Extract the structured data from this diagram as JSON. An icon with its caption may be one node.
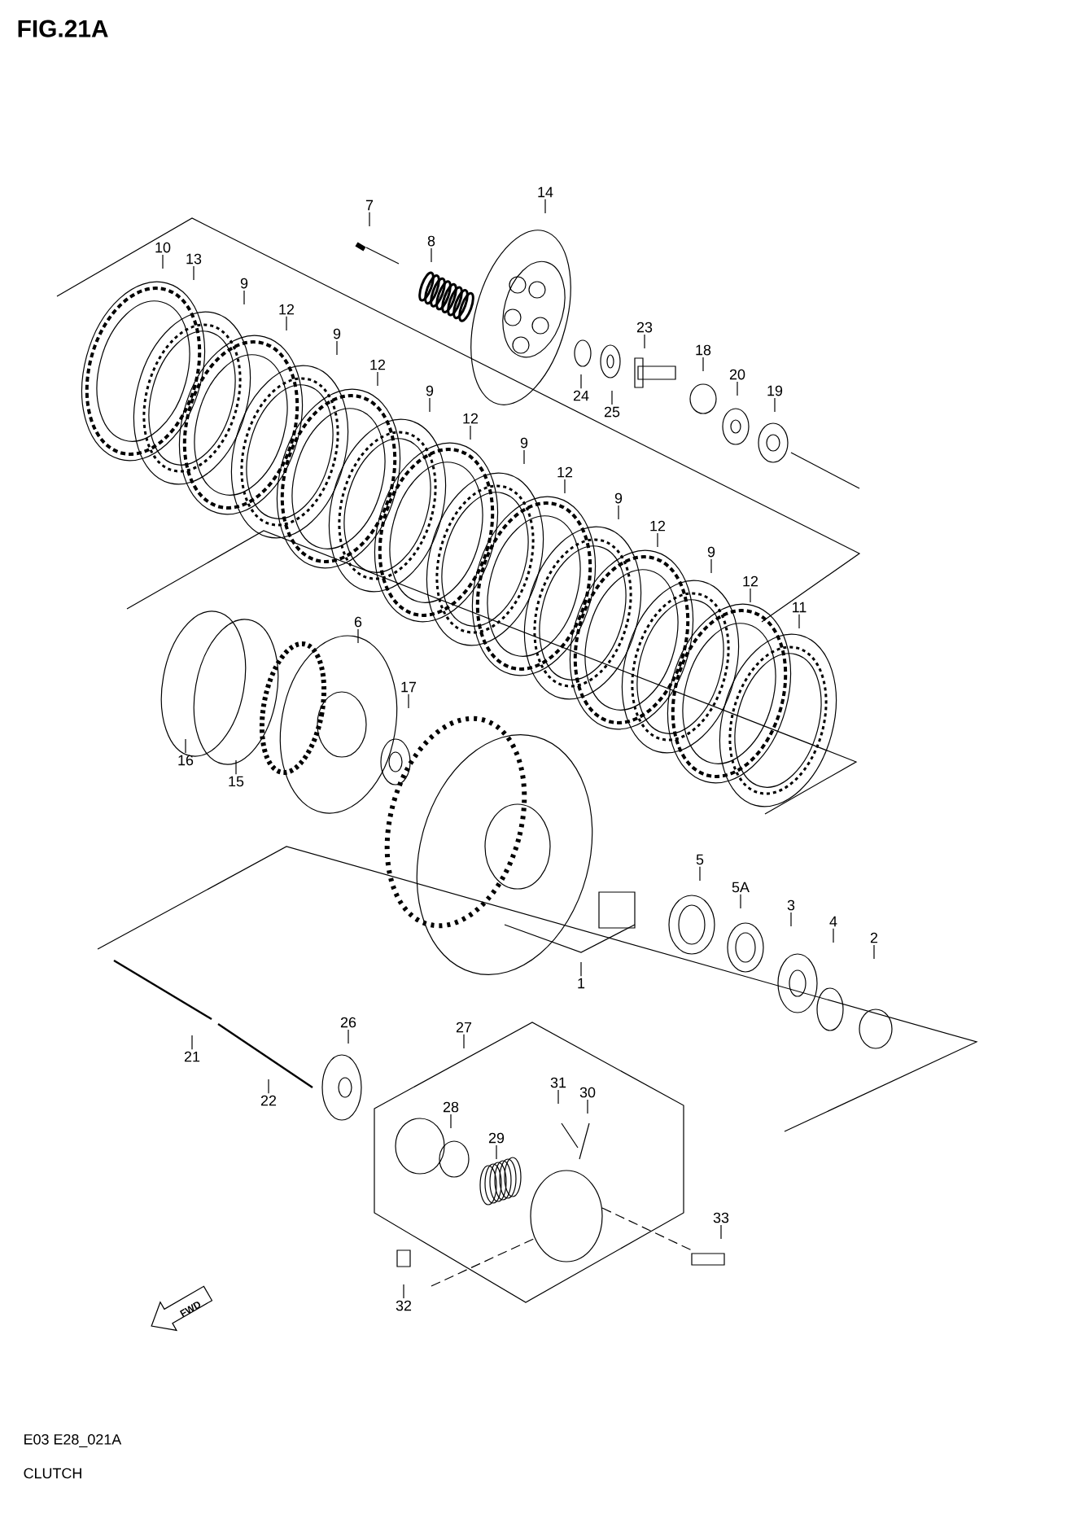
{
  "diagram": {
    "title": "FIG.21A",
    "caption": "CLUTCH",
    "nodes": [
      {
        "text": [
          "7"
        ]
      },
      {
        "text": [
          "8"
        ]
      },
      {
        "text": [
          "14"
        ]
      },
      {
        "text": [
          "10"
        ]
      },
      {
        "text": [
          "13"
        ]
      },
      {
        "text": [
          "9"
        ]
      },
      {
        "text": [
          "12"
        ]
      },
      {
        "text": [
          "9"
        ]
      },
      {
        "text": [
          "12"
        ]
      },
      {
        "text": [
          "9"
        ]
      },
      {
        "text": [
          "12"
        ]
      },
      {
        "text": [
          "9"
        ]
      },
      {
        "text": [
          "12"
        ]
      },
      {
        "text": [
          "9"
        ]
      },
      {
        "text": [
          "12"
        ]
      },
      {
        "text": [
          "9"
        ]
      },
      {
        "text": [
          "12"
        ]
      },
      {
        "text": [
          "11"
        ]
      },
      {
        "text": [
          "23"
        ]
      },
      {
        "text": [
          "18"
        ]
      },
      {
        "text": [
          "20"
        ]
      },
      {
        "text": [
          "19"
        ]
      },
      {
        "text": [
          "24"
        ]
      },
      {
        "text": [
          "25"
        ]
      },
      {
        "text": [
          "6"
        ]
      },
      {
        "text": [
          "17"
        ]
      },
      {
        "text": [
          "16"
        ]
      },
      {
        "text": [
          "15"
        ]
      },
      {
        "text": [
          "5"
        ]
      },
      {
        "text": [
          "5A"
        ]
      },
      {
        "text": [
          "3"
        ]
      },
      {
        "text": [
          "4"
        ]
      },
      {
        "text": [
          "2"
        ]
      },
      {
        "text": [
          "1"
        ]
      },
      {
        "text": [
          "21"
        ]
      },
      {
        "text": [
          "22"
        ]
      },
      {
        "text": [
          "26"
        ]
      },
      {
        "text": [
          "27"
        ]
      },
      {
        "text": [
          "28"
        ]
      },
      {
        "text": [
          "29"
        ]
      },
      {
        "text": [
          "31"
        ]
      },
      {
        "text": [
          "30"
        ]
      },
      {
        "text": [
          "33"
        ]
      },
      {
        "text": [
          "32"
        ]
      }
    ],
    "edges": [
      {
        "from": 0,
        "to": null,
        "arrow": "none"
      },
      {
        "from": 1,
        "to": null,
        "arrow": "none"
      },
      {
        "from": 2,
        "to": null,
        "arrow": "none"
      },
      {
        "from": 3,
        "to": null,
        "arrow": "none"
      },
      {
        "from": 4,
        "to": null,
        "arrow": "none"
      },
      {
        "from": 5,
        "to": null,
        "arrow": "none"
      },
      {
        "from": 6,
        "to": null,
        "arrow": "none"
      },
      {
        "from": 7,
        "to": null,
        "arrow": "none"
      },
      {
        "from": 8,
        "to": null,
        "arrow": "none"
      },
      {
        "from": 9,
        "to": null,
        "arrow": "none"
      },
      {
        "from": 10,
        "to": null,
        "arrow": "none"
      },
      {
        "from": 11,
        "to": null,
        "arrow": "none"
      },
      {
        "from": 12,
        "to": null,
        "arrow": "none"
      },
      {
        "from": 13,
        "to": null,
        "arrow": "none"
      },
      {
        "from": 14,
        "to": null,
        "arrow": "none"
      },
      {
        "from": 15,
        "to": null,
        "arrow": "none"
      },
      {
        "from": 16,
        "to": null,
        "arrow": "none"
      },
      {
        "from": 17,
        "to": null,
        "arrow": "none"
      },
      {
        "from": 18,
        "to": null,
        "arrow": "none"
      },
      {
        "from": 19,
        "to": null,
        "arrow": "none"
      },
      {
        "from": 20,
        "to": null,
        "arrow": "none"
      },
      {
        "from": 21,
        "to": null,
        "arrow": "none"
      },
      {
        "from": 22,
        "to": null,
        "arrow": "none"
      },
      {
        "from": 23,
        "to": null,
        "arrow": "none"
      },
      {
        "from": 24,
        "to": null,
        "arrow": "none"
      },
      {
        "from": 25,
        "to": null,
        "arrow": "none"
      },
      {
        "from": 26,
        "to": null,
        "arrow": "none"
      },
      {
        "from": 27,
        "to": null,
        "arrow": "none"
      },
      {
        "from": 28,
        "to": null,
        "arrow": "none"
      },
      {
        "from": 29,
        "to": null,
        "arrow": "none"
      },
      {
        "from": 30,
        "to": null,
        "arrow": "none"
      },
      {
        "from": 31,
        "to": null,
        "arrow": "none"
      },
      {
        "from": 32,
        "to": null,
        "arrow": "none"
      },
      {
        "from": 33,
        "to": null,
        "arrow": "none"
      },
      {
        "from": 34,
        "to": null,
        "arrow": "none"
      },
      {
        "from": 35,
        "to": null,
        "arrow": "none"
      },
      {
        "from": 36,
        "to": null,
        "arrow": "none"
      },
      {
        "from": 37,
        "to": null,
        "arrow": "none"
      },
      {
        "from": 38,
        "to": null,
        "arrow": "none"
      },
      {
        "from": 39,
        "to": null,
        "arrow": "none"
      },
      {
        "from": 40,
        "to": null,
        "arrow": "none"
      },
      {
        "from": 41,
        "to": null,
        "arrow": "none"
      },
      {
        "from": 42,
        "to": null,
        "arrow": "none"
      },
      {
        "from": 43,
        "to": null,
        "arrow": "none"
      }
    ],
    "labels": [
      "FWD",
      "E03 E28_021A"
    ]
  }
}
